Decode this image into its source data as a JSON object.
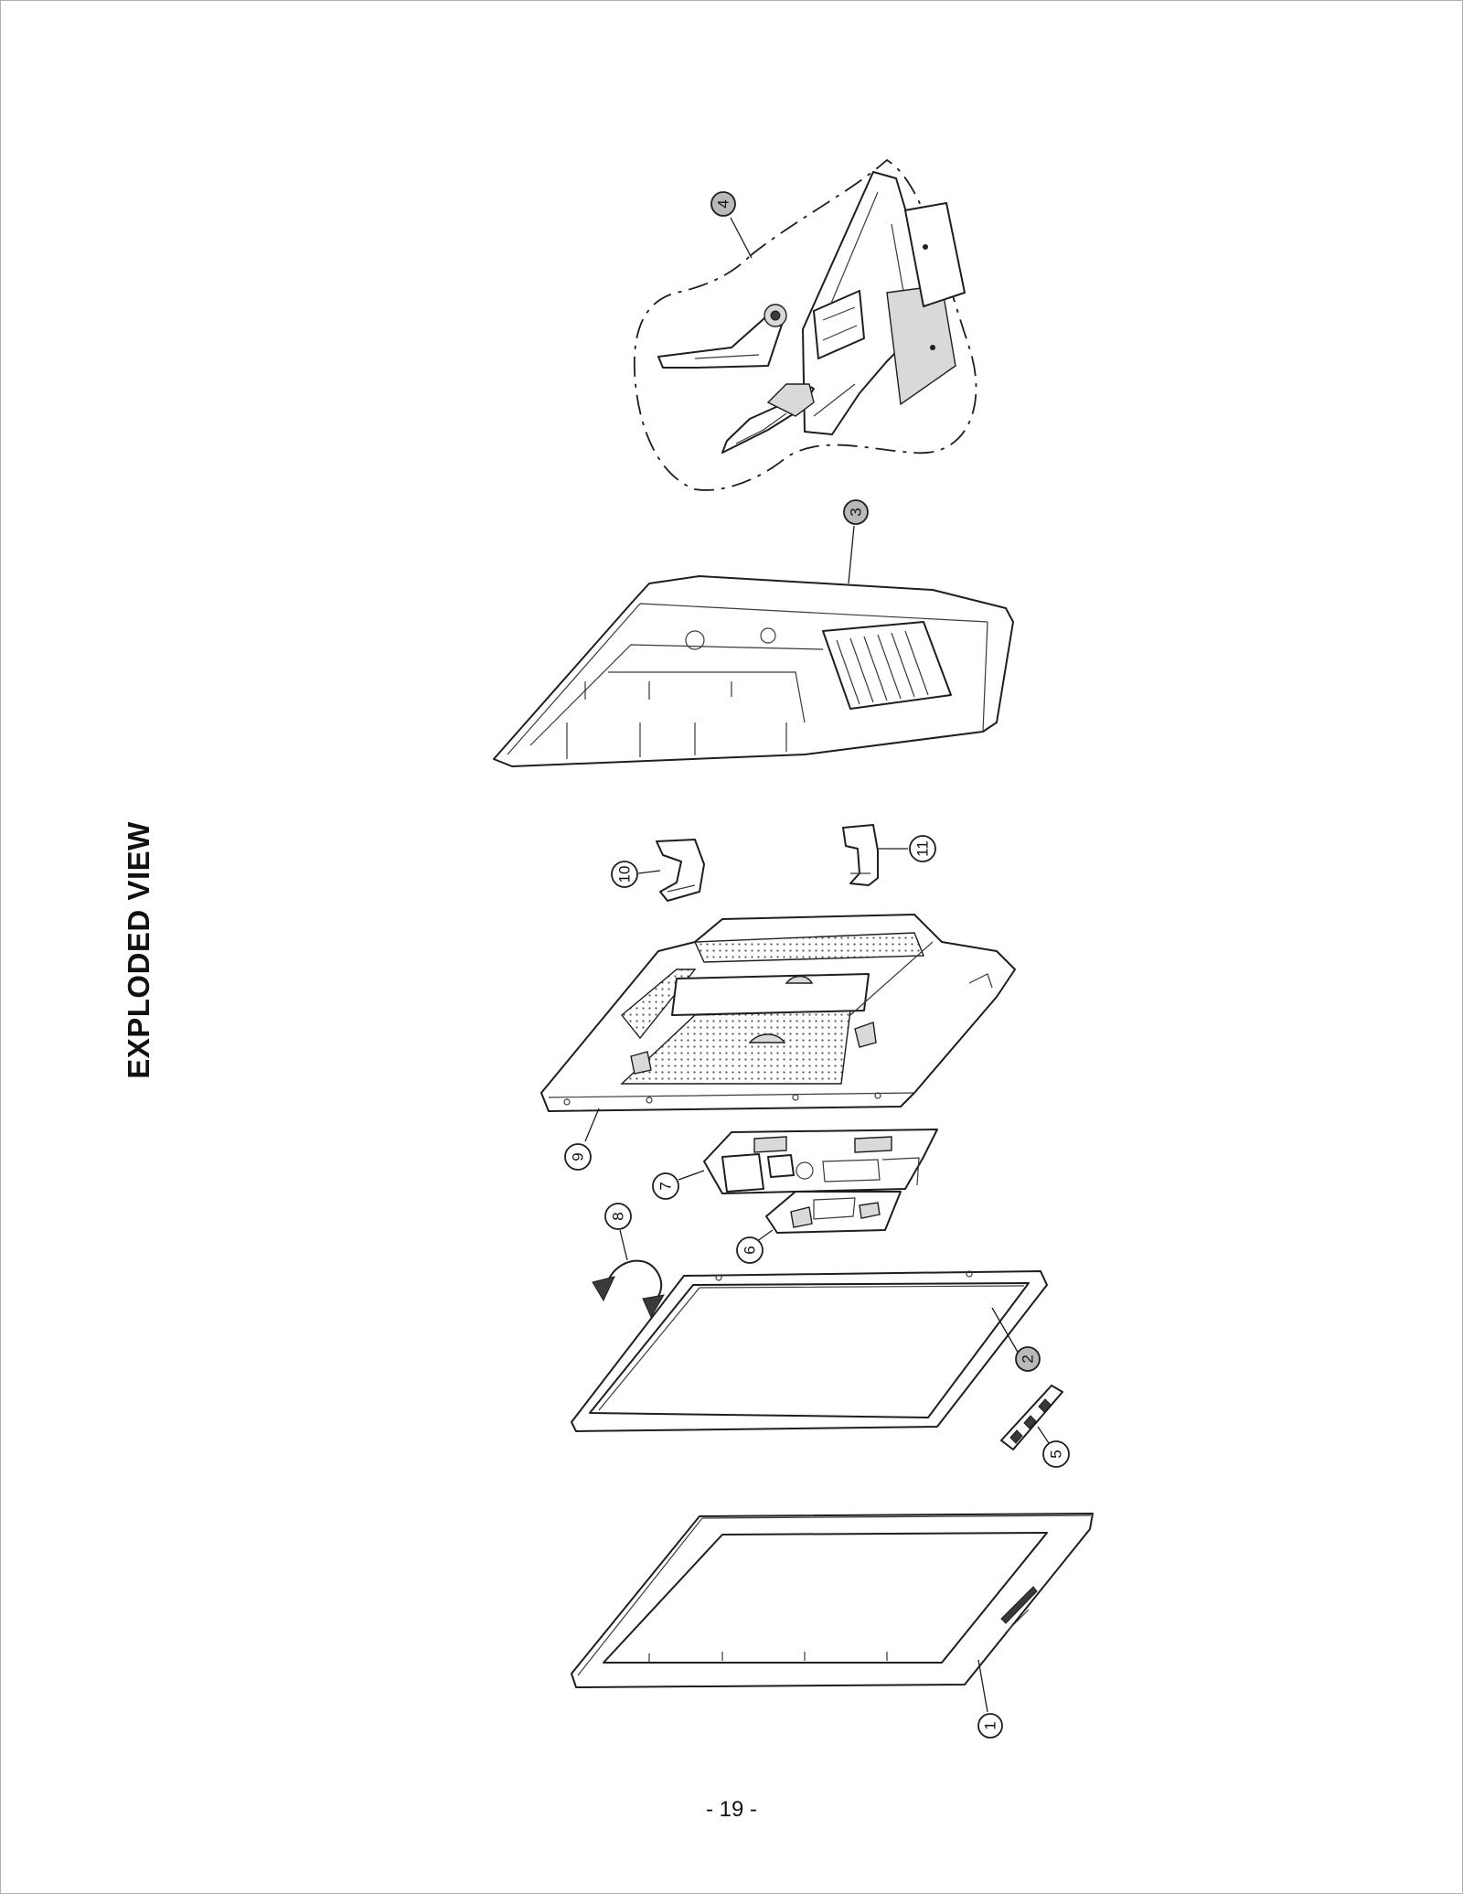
{
  "document": {
    "title": "EXPLODED VIEW",
    "page_number": "- 19 -"
  },
  "callouts": [
    {
      "id": "1",
      "style": "open"
    },
    {
      "id": "2",
      "style": "filled"
    },
    {
      "id": "3",
      "style": "filled"
    },
    {
      "id": "4",
      "style": "filled"
    },
    {
      "id": "5",
      "style": "open"
    },
    {
      "id": "6",
      "style": "open"
    },
    {
      "id": "7",
      "style": "open"
    },
    {
      "id": "8",
      "style": "open"
    },
    {
      "id": "9",
      "style": "open"
    },
    {
      "id": "10",
      "style": "open"
    },
    {
      "id": "11",
      "style": "open"
    }
  ],
  "colors": {
    "line": "#1e1e1e",
    "callout_fill": "#b9b9b9",
    "page_border": "#b0b0b0"
  }
}
